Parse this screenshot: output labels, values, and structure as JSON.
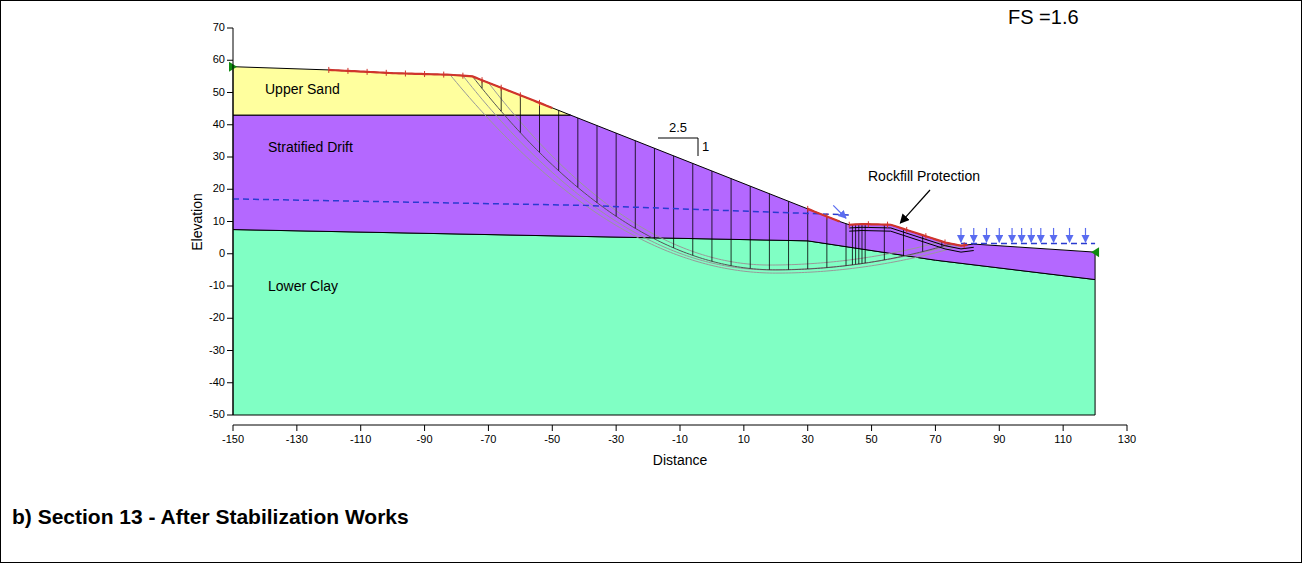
{
  "diagram": {
    "caption": "b) Section 13 - After Stabilization Works",
    "labels": [
      "FS =1.6",
      "70",
      "60",
      "50",
      "40",
      "30",
      "20",
      "10",
      "0",
      "-10",
      "-20",
      "-30",
      "-40",
      "-50",
      "-150",
      "-130",
      "-110",
      "-90",
      "-70",
      "-50",
      "-30",
      "-10",
      "10",
      "30",
      "50",
      "70",
      "90",
      "110",
      "130",
      "Elevation",
      "Distance",
      "Upper Sand",
      "Stratified Drift",
      "Lower Clay",
      "2.5",
      "1",
      "Rockfill Protection"
    ]
  }
}
